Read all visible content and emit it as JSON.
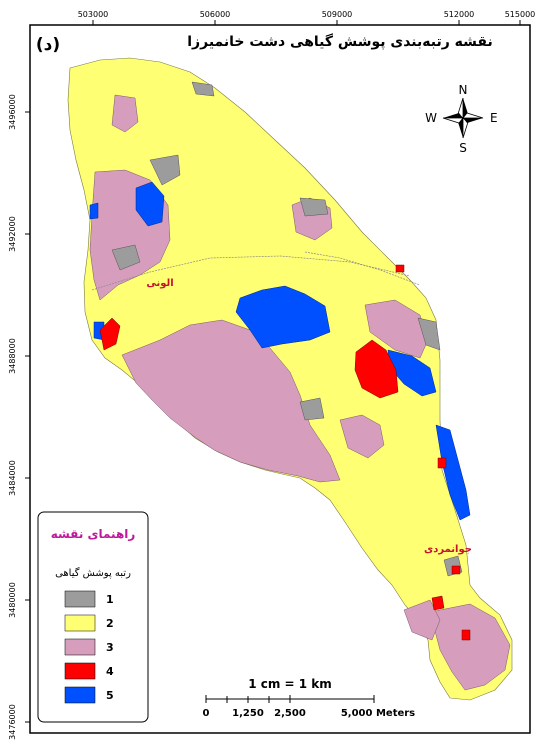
{
  "map": {
    "title": "نقشه رتبه‌بندی پوشش گیاهی دشت خانمیرزا",
    "panel_letter": "(د)",
    "top_ticks": [
      "503000",
      "506000",
      "509000",
      "512000",
      "515000"
    ],
    "left_ticks": [
      "3496000",
      "3492000",
      "3488000",
      "3484000",
      "3480000",
      "3476000"
    ],
    "places": {
      "avarzi": "الونی",
      "javanmardi": "جوانمردی"
    },
    "compass": {
      "n": "N",
      "s": "S",
      "e": "E",
      "w": "W"
    },
    "colors": {
      "rank1": "#9c9c9c",
      "rank2": "#ffff73",
      "rank3": "#d69dbc",
      "rank4": "#ff0000",
      "rank5": "#0050ff"
    }
  },
  "legend": {
    "title": "راهنمای نقشه",
    "subtitle": "رتبه پوشش گیاهی",
    "items": [
      {
        "label": "1",
        "color": "#9c9c9c"
      },
      {
        "label": "2",
        "color": "#ffff73"
      },
      {
        "label": "3",
        "color": "#d69dbc"
      },
      {
        "label": "4",
        "color": "#ff0000"
      },
      {
        "label": "5",
        "color": "#0050ff"
      }
    ]
  },
  "scalebar": {
    "ratio": "1 cm = 1 km",
    "labels": [
      "0",
      "1,250",
      "2,500",
      "5,000 Meters"
    ]
  }
}
